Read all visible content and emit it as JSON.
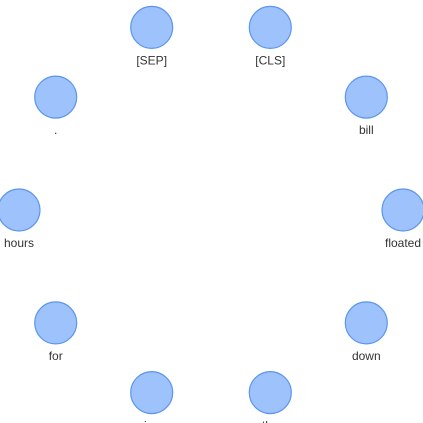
{
  "graph": {
    "nodes": [
      {
        "label": "[CLS]"
      },
      {
        "label": "bill"
      },
      {
        "label": "floated"
      },
      {
        "label": "down"
      },
      {
        "label": "the"
      },
      {
        "label": "river"
      },
      {
        "label": "for"
      },
      {
        "label": "hours"
      },
      {
        "label": "."
      },
      {
        "label": "[SEP]"
      }
    ],
    "colors": {
      "node_fill": "#9ec2fb",
      "node_stroke": "#5b95ee",
      "label": "#333333",
      "background": "#ffffff"
    }
  }
}
